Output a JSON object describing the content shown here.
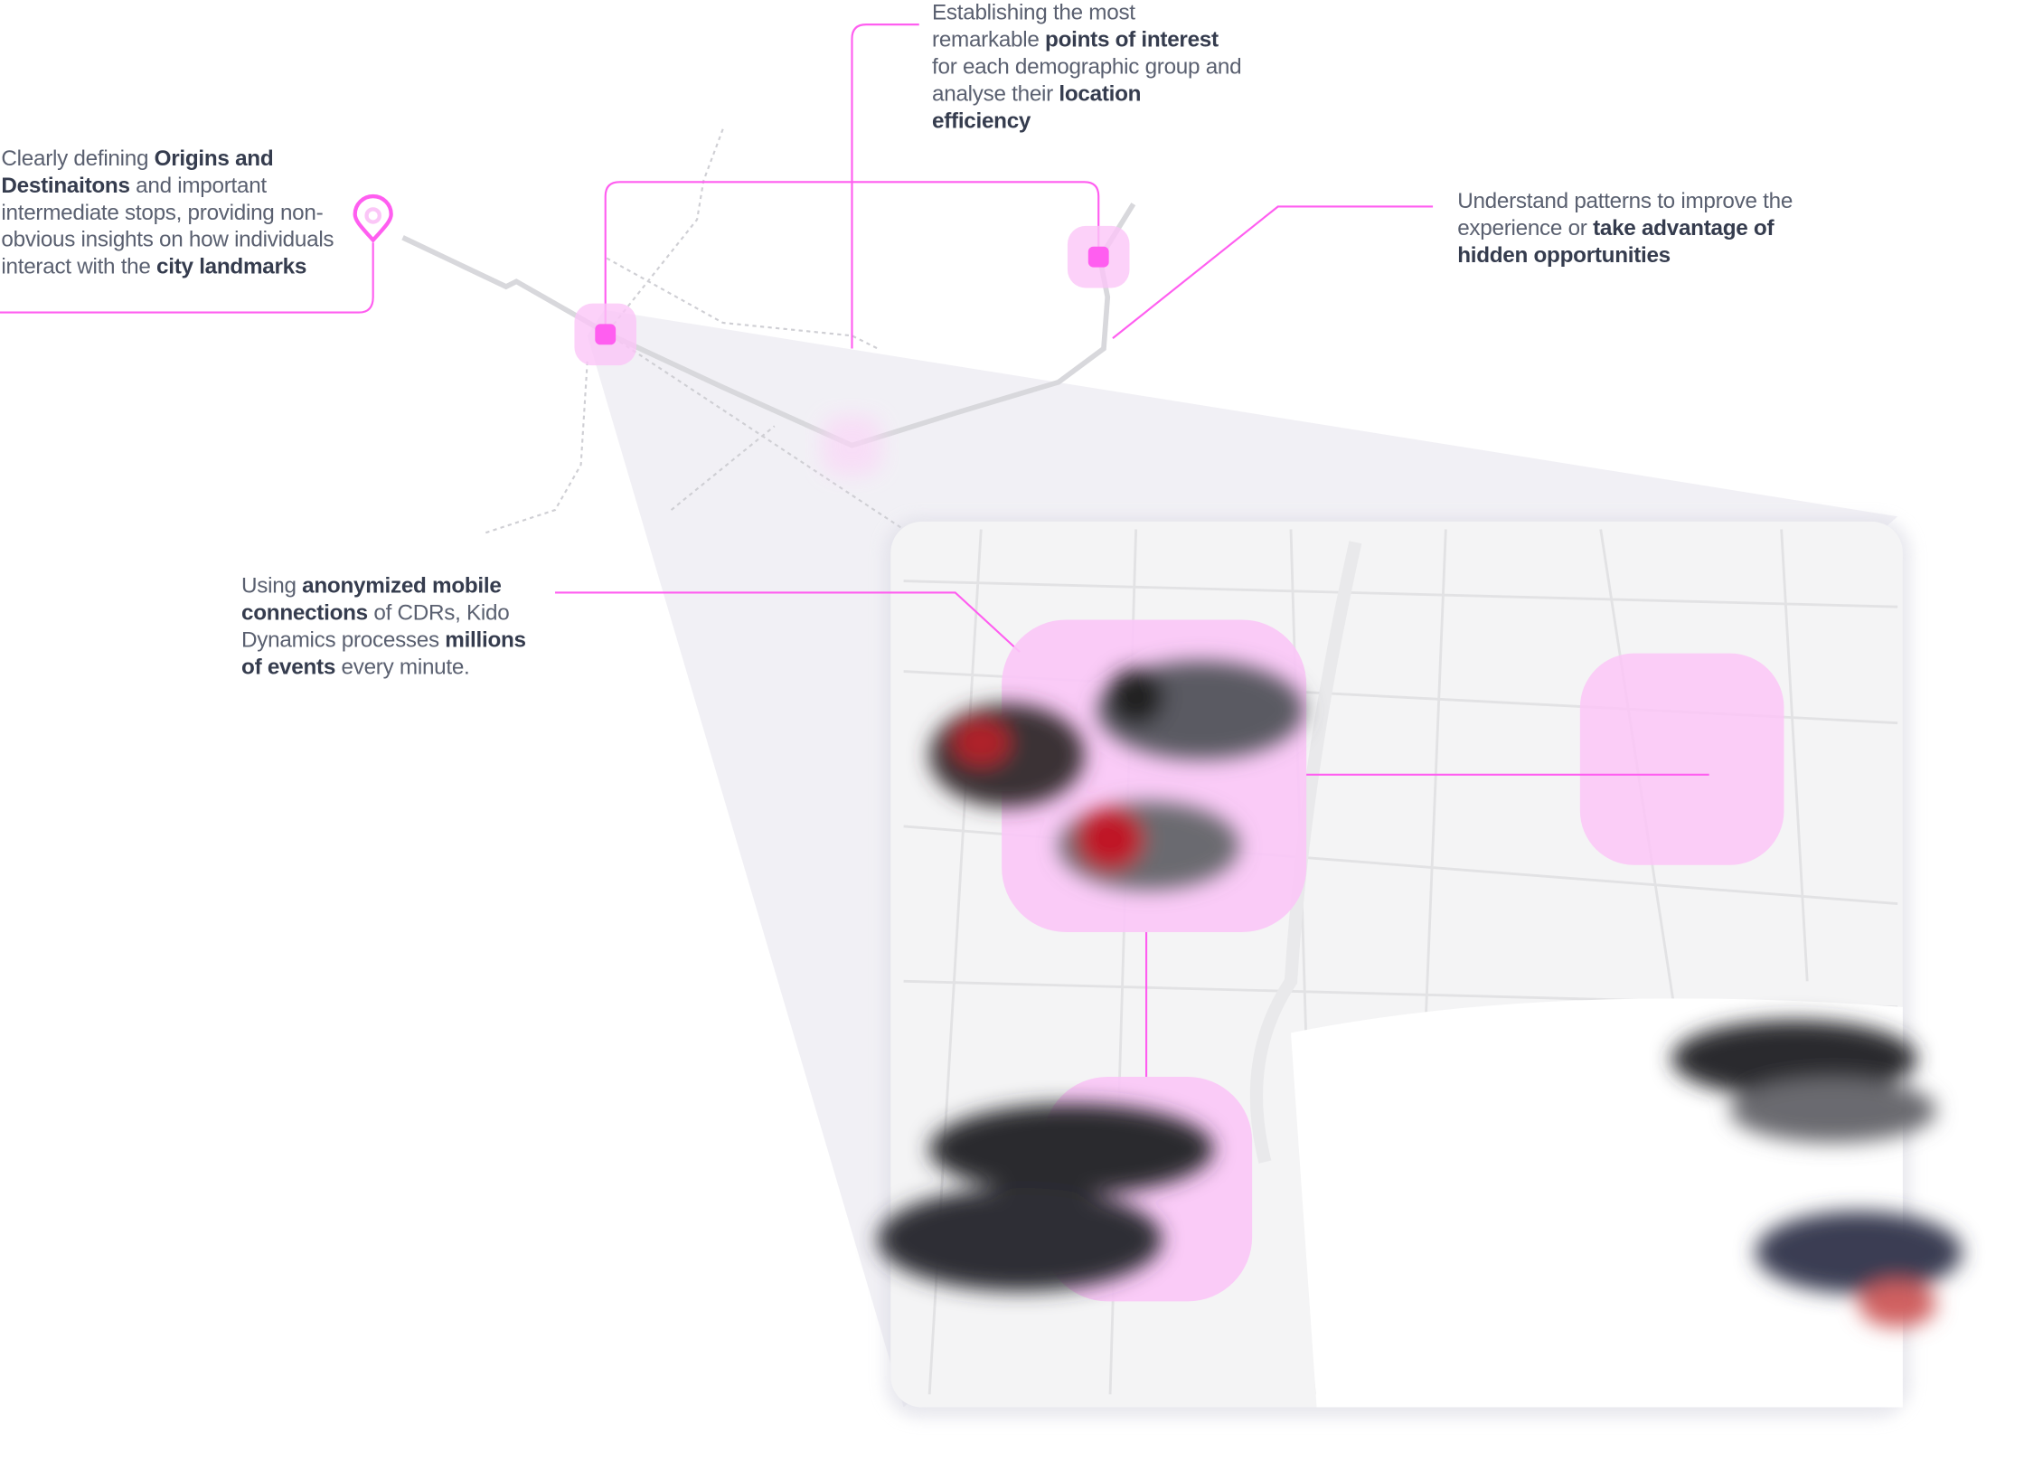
{
  "colors": {
    "accent": "#ff5ef0",
    "accent_light": "#fbc6f7",
    "text": "#5a6070",
    "text_bold": "#353c4e",
    "map_bg": "#f3f3f4"
  },
  "icons": {
    "pin": "map-pin-icon"
  },
  "callouts": {
    "origins": {
      "t1": "Clearly defining ",
      "b1": "Origins and Destinaitons",
      "t2": " and important intermediate stops, providing non-obvious insights on how individuals interact with the ",
      "b2": "city landmarks"
    },
    "poi": {
      "t1": "Establishing the most remarkable ",
      "b1": "points of interest",
      "t2": " for each demographic group and analyse their ",
      "b2": "location efficiency"
    },
    "patterns": {
      "t1": "Understand patterns to improve the experience or ",
      "b1": "take advantage of hidden opportunities"
    },
    "mobile": {
      "t1": "Using ",
      "b1": "anonymized mobile connections",
      "t2": " of CDRs, Kido Dynamics processes ",
      "b2": "millions of events",
      "t3": " every minute."
    }
  }
}
